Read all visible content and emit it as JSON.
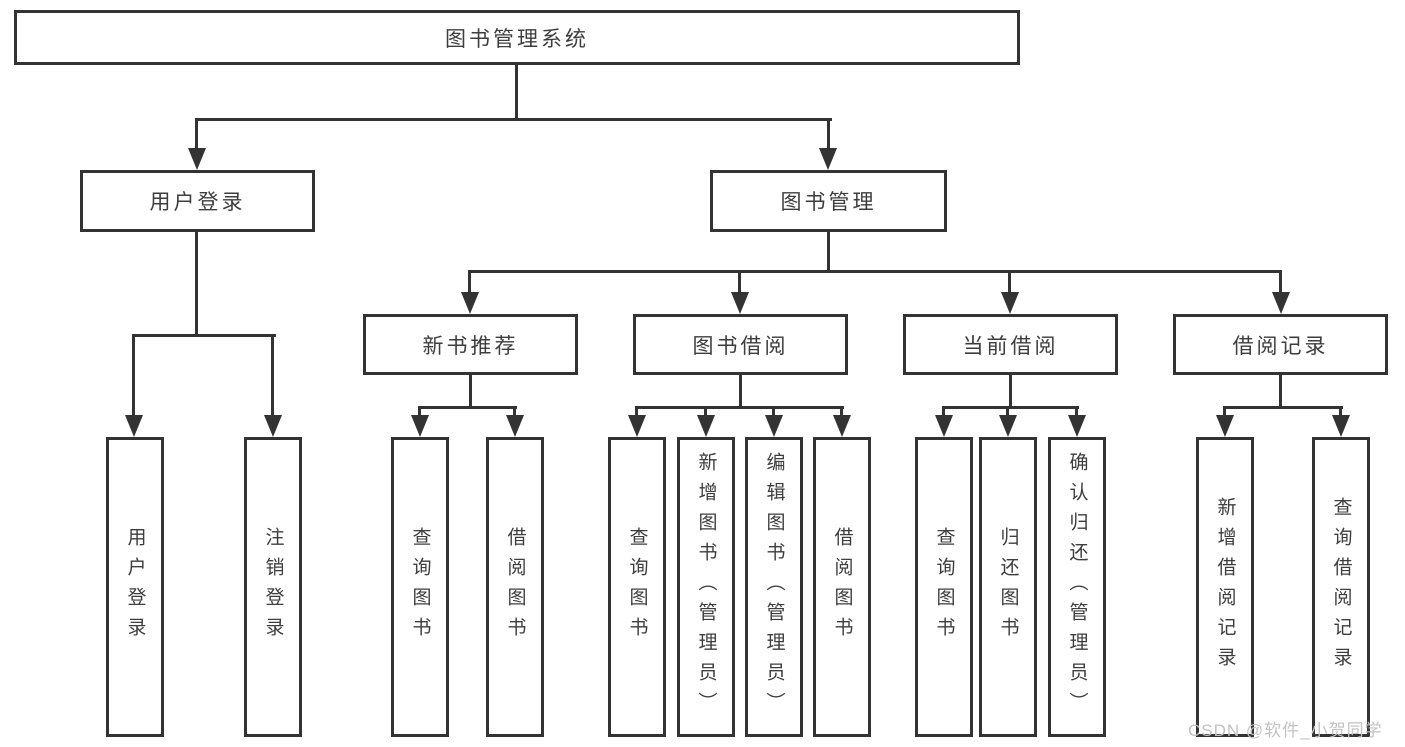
{
  "nodes": {
    "root": "图书管理系统",
    "user_login": "用户登录",
    "book_mgmt": "图书管理",
    "new_books": "新书推荐",
    "book_borrow": "图书借阅",
    "current_borrow": "当前借阅",
    "borrow_records": "借阅记录",
    "ul_login": "用户登录",
    "ul_logout": "注销登录",
    "nb_query": "查询图书",
    "nb_borrow": "借阅图书",
    "bb_query": "查询图书",
    "bb_add": "新增图书（管理员）",
    "bb_edit": "编辑图书（管理员）",
    "bb_borrow": "借阅图书",
    "cb_query": "查询图书",
    "cb_return": "归还图书",
    "cb_confirm": "确认归还（管理员）",
    "br_add": "新增借阅记录",
    "br_query": "查询借阅记录"
  },
  "watermark": "CSDN @软件_小贺同学",
  "colors": {
    "line": "#333333",
    "text": "#3d3d3d",
    "bg": "#ffffff",
    "watermark": "#c2c2c2"
  }
}
